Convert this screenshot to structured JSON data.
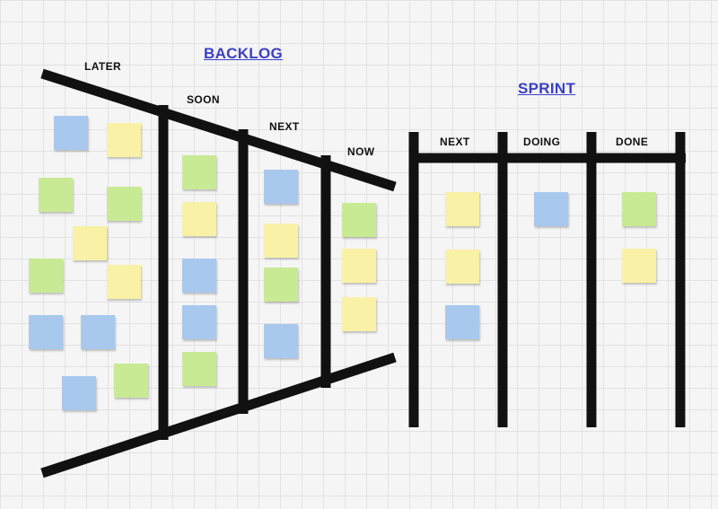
{
  "backlog": {
    "title": "BACKLOG",
    "columns": [
      "LATER",
      "SOON",
      "NEXT",
      "NOW"
    ]
  },
  "sprint": {
    "title": "SPRINT",
    "columns": [
      "NEXT",
      "DOING",
      "DONE"
    ]
  },
  "colors": {
    "blue": "#a9c8ee",
    "yellow": "#f8f1a6",
    "green": "#c9ea94",
    "lines": "#111111",
    "title": "#3b3fc4"
  }
}
